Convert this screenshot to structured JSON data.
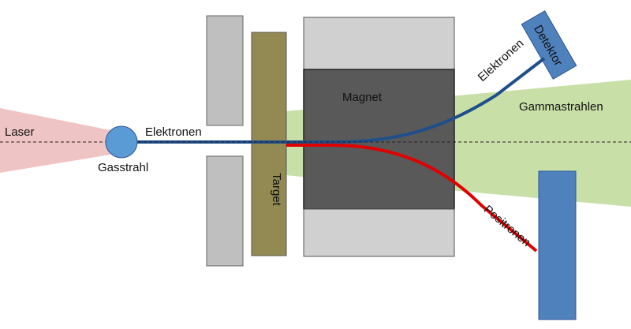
{
  "labels": {
    "laser": "Laser",
    "gas_jet": "Gasstrahl",
    "electrons_beam": "Elektronen",
    "target": "Target",
    "magnet": "Magnet",
    "gamma_rays": "Gammastrahlen",
    "electrons_deflected": "Elektronen",
    "detector": "Detektor",
    "positrons": "Positronen"
  },
  "colors": {
    "laser_cone": "#efc4c4",
    "gamma_cone": "#c9dfa8",
    "collimator": "#bfbfbf",
    "target": "#938953",
    "magnet_pole": "#d0d0d0",
    "magnet_gap": "#595959",
    "electron_beam": "#1f4e8c",
    "positron_beam": "#e00000",
    "detector": "#4f81bd",
    "gas_jet": "#5b9bd5"
  }
}
